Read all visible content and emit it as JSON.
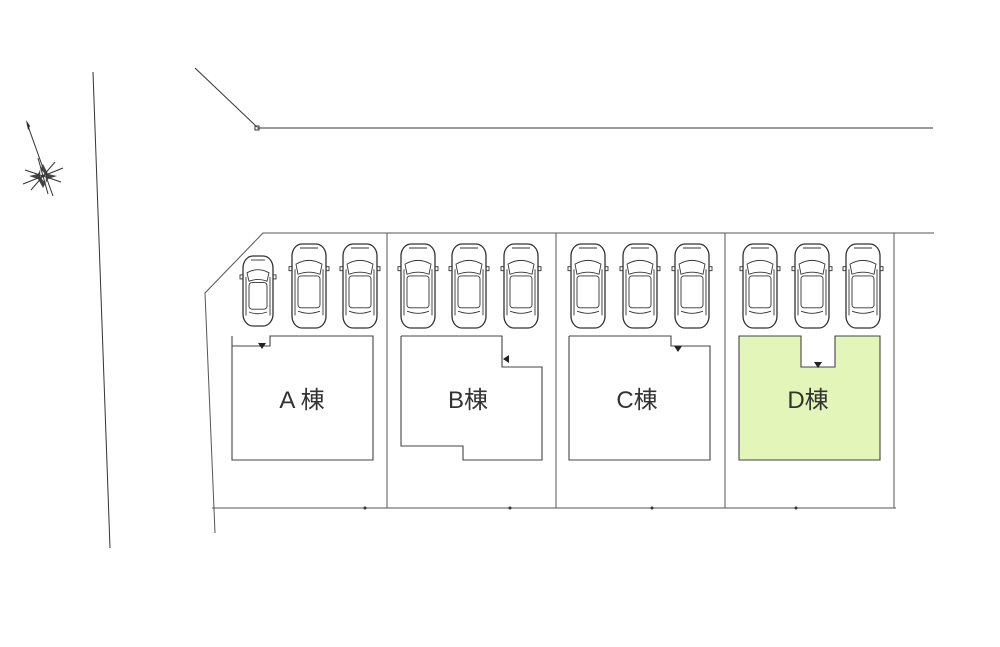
{
  "buildings": [
    {
      "id": "A",
      "label": "A 棟",
      "highlighted": false
    },
    {
      "id": "B",
      "label": "B棟",
      "highlighted": false
    },
    {
      "id": "C",
      "label": "C棟",
      "highlighted": false
    },
    {
      "id": "D",
      "label": "D棟",
      "highlighted": true
    }
  ],
  "parking_spaces_total": 12,
  "colors": {
    "highlight_fill": "#e3f5b8",
    "line": "#333333",
    "background": "#ffffff"
  },
  "icons": {
    "north_arrow": "compass-north-arrow-icon",
    "car": "car-topview-icon",
    "entrance": "entrance-triangle-icon"
  }
}
